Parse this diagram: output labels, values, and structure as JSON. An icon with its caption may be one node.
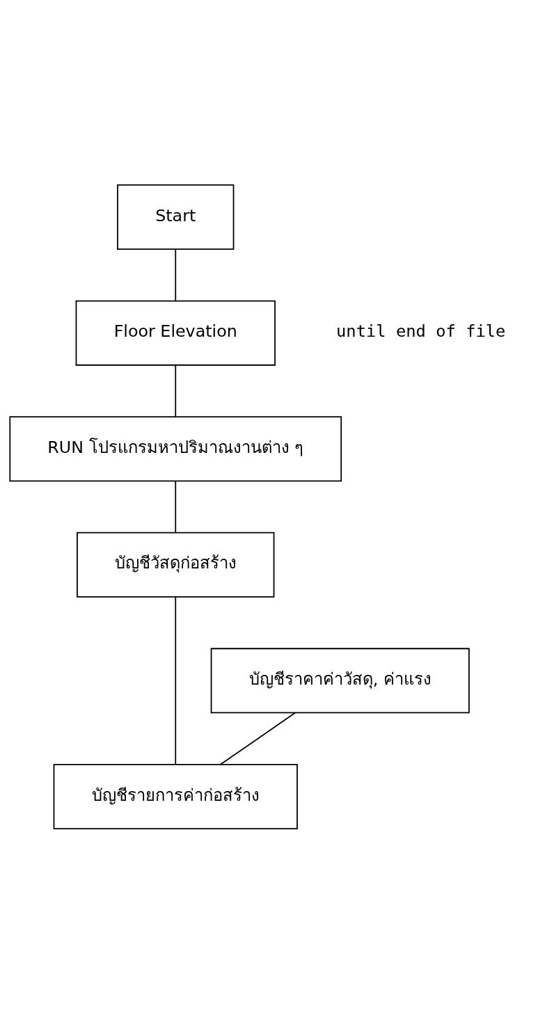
{
  "diagram": {
    "nodes": [
      {
        "text": [
          "Start"
        ]
      },
      {
        "text": [
          "Floor Elevation"
        ],
        "beside": [
          "until end of file"
        ]
      },
      {
        "text": [
          "RUN โปรแกรมหาปริมาณงานต่าง ๆ"
        ]
      },
      {
        "text": [
          "บัญชีวัสดุก่อสร้าง"
        ]
      },
      {
        "text": [
          "บัญชีราคาค่าวัสดุ, ค่าแรง"
        ]
      },
      {
        "text": [
          "บัญชีรายการค่าก่อสร้าง"
        ]
      }
    ],
    "edges": [
      {
        "from": 0,
        "to": 1,
        "arrow": "none"
      },
      {
        "from": 1,
        "to": 2,
        "arrow": "none"
      },
      {
        "from": 2,
        "to": 3,
        "arrow": "none"
      },
      {
        "from": 3,
        "to": 5,
        "arrow": "none"
      },
      {
        "from": 4,
        "to": 5,
        "arrow": "none"
      }
    ]
  }
}
